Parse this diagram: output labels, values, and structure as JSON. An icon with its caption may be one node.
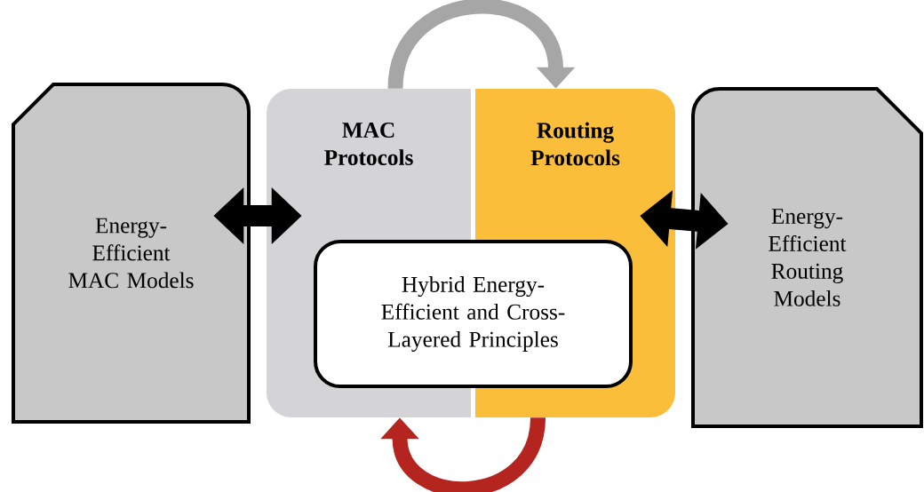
{
  "diagram": {
    "nodes": [
      {
        "text": [
          "Energy- Efficient MAC Models"
        ]
      },
      {
        "text": [
          "MAC Protocols"
        ]
      },
      {
        "text": [
          "Routing Protocols"
        ]
      },
      {
        "text": [
          "Hybrid Energy- Efficient and Cross- Layered Principles"
        ]
      },
      {
        "text": [
          "Energy- Efficient Routing Models"
        ]
      }
    ],
    "edges": [
      {
        "from": 0,
        "to": 1,
        "arrow": "both"
      },
      {
        "from": 2,
        "to": 4,
        "arrow": "both"
      },
      {
        "from": 1,
        "to": 2,
        "arrow": "to",
        "color": "#a6a6a6"
      },
      {
        "from": 2,
        "to": 1,
        "arrow": "to",
        "color": "#b5251f"
      }
    ]
  }
}
